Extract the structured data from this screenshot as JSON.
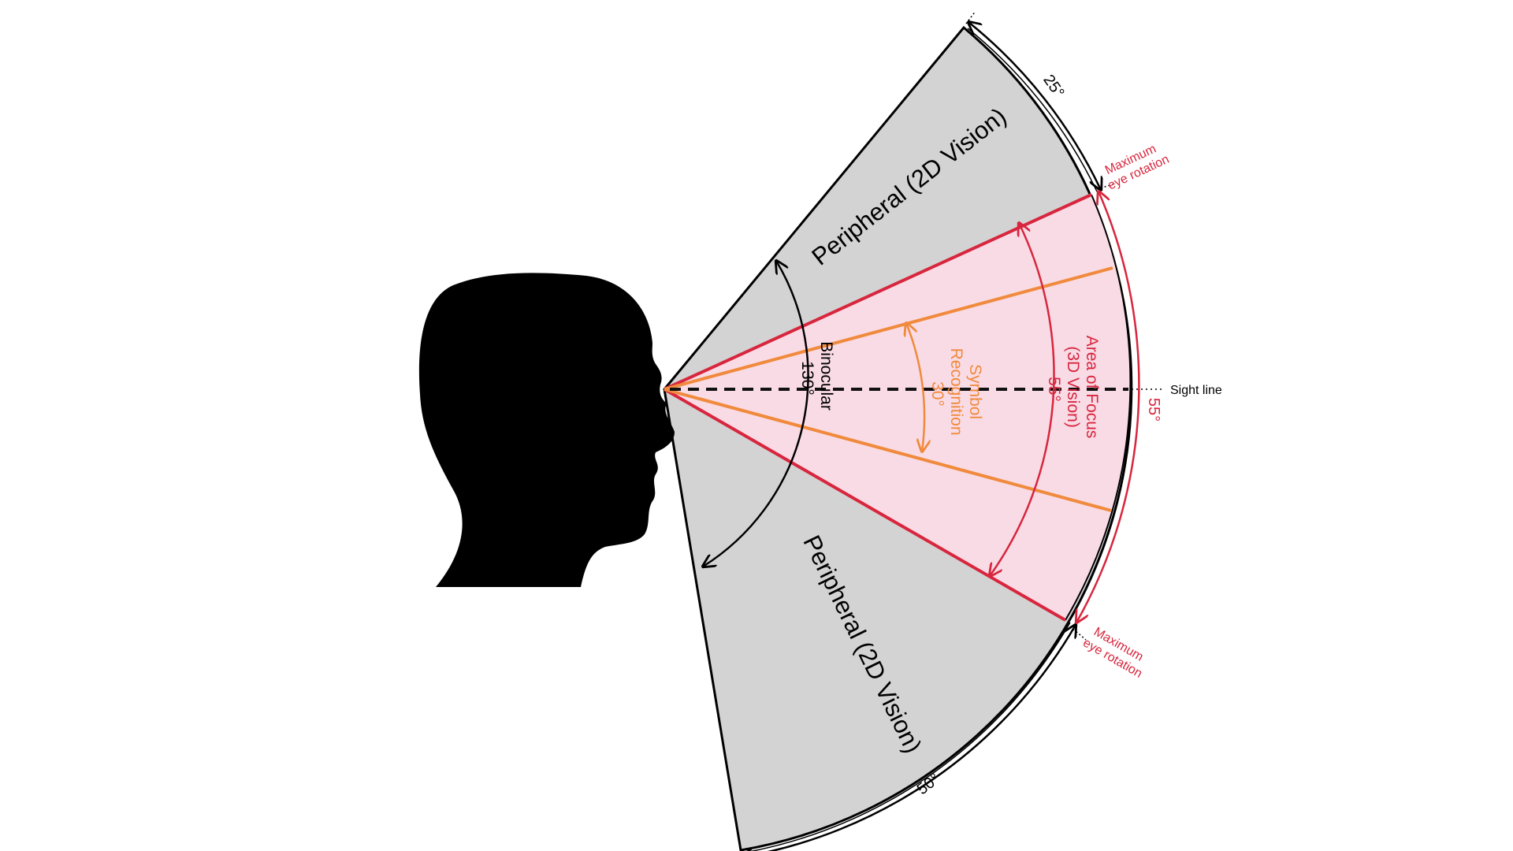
{
  "labels": {
    "peripheral_upper": "Peripheral (2D Vision)",
    "peripheral_lower": "Peripheral (2D Vision)",
    "angle_upper": "25°",
    "angle_lower": "50°",
    "max_rotation_upper": [
      "Maximum",
      "eye rotation"
    ],
    "max_rotation_lower": [
      "Maximum",
      "eye rotation"
    ],
    "binocular": [
      "Binocular",
      "130°"
    ],
    "symbol": [
      "Symbol",
      "Recognition",
      "30°"
    ],
    "focus": [
      "Area of Focus",
      "(3D Vision)",
      "55°"
    ],
    "angle_right": "55°",
    "sight_line": "Sight line"
  },
  "colors": {
    "peripheral_fill": "#d3d3d3",
    "focus_fill": "#f9dbe6",
    "red": "#d7263d",
    "orange": "#f08a3c",
    "black": "#000000"
  }
}
